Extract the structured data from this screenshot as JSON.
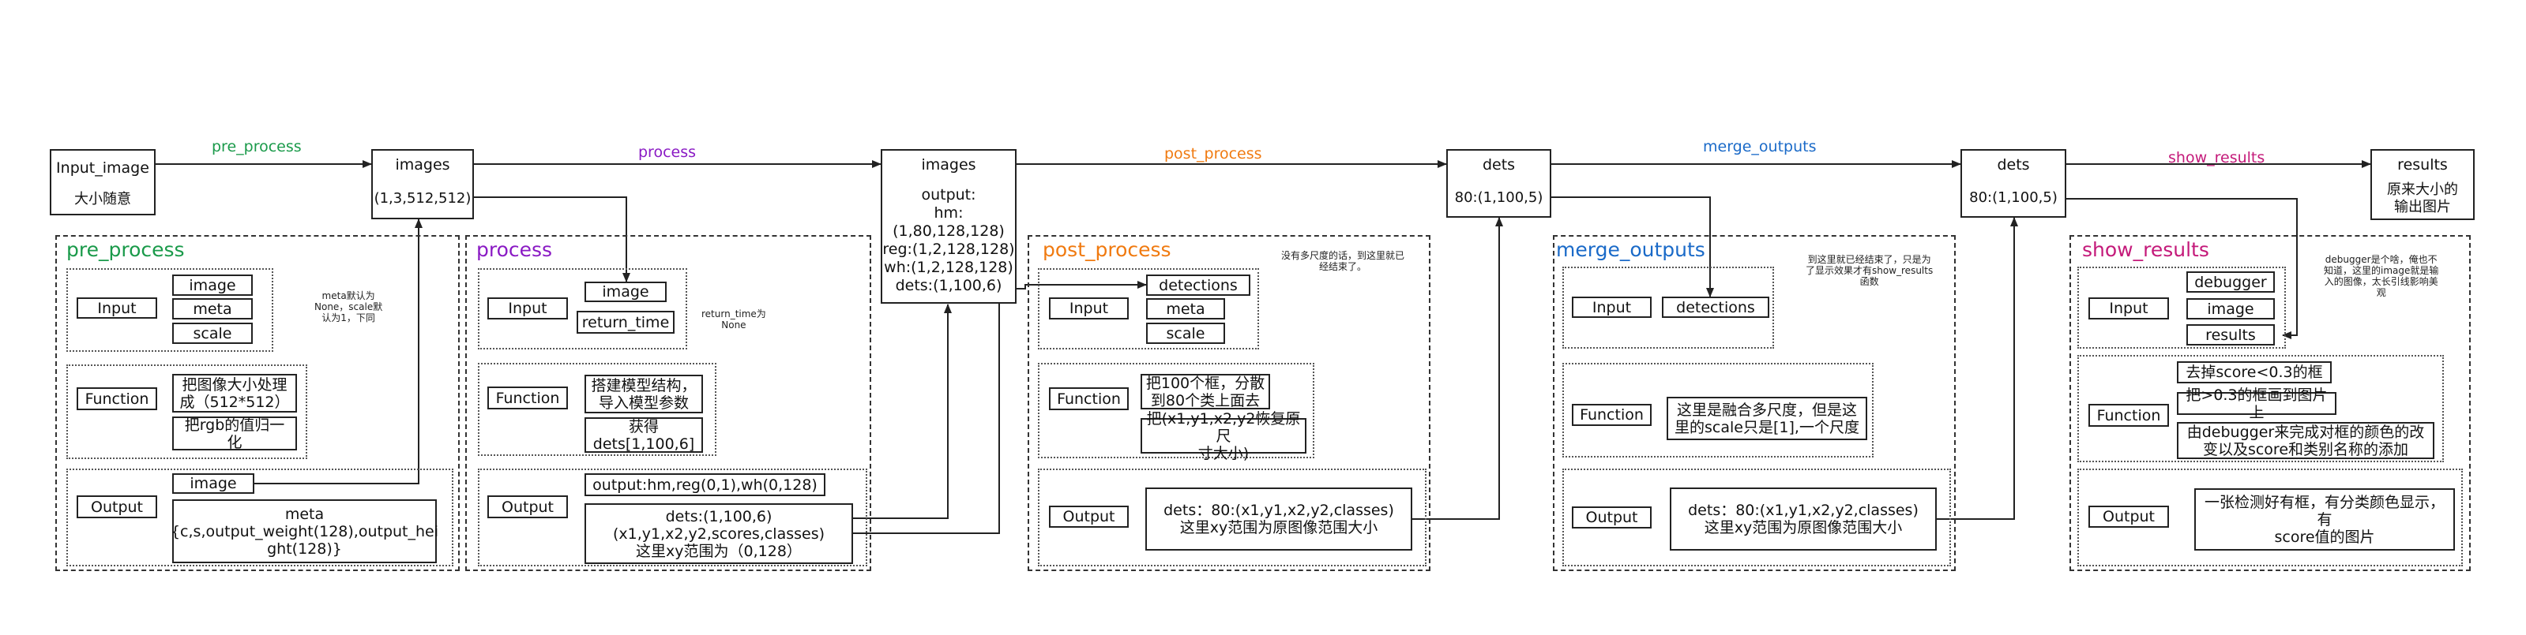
{
  "colors": {
    "pre_process": "#1a9a4a",
    "process": "#8a1ac4",
    "post_process": "#f07a10",
    "merge_outputs": "#1a6ac8",
    "show_results": "#c41a7a"
  },
  "top": {
    "input_image": "Input_image",
    "input_image_sub": "大小随意",
    "images1": "images",
    "images1_sub": "(1,3,512,512)",
    "images2": "images",
    "images2_sub": "output:\nhm:\n(1,80,128,128)\nreg:(1,2,128,128)\nwh:(1,2,128,128)\ndets:(1,100,6)",
    "dets1": "dets",
    "dets1_sub": "80:(1,100,5)",
    "dets2": "dets",
    "dets2_sub": "80:(1,100,5)",
    "results": "results",
    "results_sub": "原来大小的\n输出图片"
  },
  "edges": {
    "pre_process": "pre_process",
    "process": "process",
    "post_process": "post_process",
    "merge_output": "merge_outputs",
    "show_results": "show_results"
  },
  "panels": {
    "pre_process": {
      "title": "pre_process",
      "input": "Input",
      "inputs": [
        "image",
        "meta",
        "scale"
      ],
      "note": "meta默认为\nNone，scale默\n认为1，下同",
      "function": "Function",
      "functions": [
        "把图像大小处理\n成（512*512）",
        "把rgb的值归一\n化"
      ],
      "output": "Output",
      "outputs": [
        "image",
        "meta\n{c,s,output_weight(128),output_hei\nght(128)}"
      ]
    },
    "process": {
      "title": "process",
      "input": "Input",
      "inputs": [
        "image",
        "return_time"
      ],
      "note": "return_time为\nNone",
      "function": "Function",
      "functions": [
        "搭建模型结构，\n导入模型参数",
        "获得\ndets[1,100,6]"
      ],
      "output": "Output",
      "outputs": [
        "output:hm,reg(0,1),wh(0,128)",
        "dets:(1,100,6)\n(x1,y1,x2,y2,scores,classes)\n这里xy范围为（0,128）"
      ]
    },
    "post_process": {
      "title": "post_process",
      "input": "Input",
      "inputs": [
        "detections",
        "meta",
        "scale"
      ],
      "note": "没有多尺度的话，到这里就已\n经结束了。",
      "function": "Function",
      "functions": [
        "把100个框，分散\n到80个类上面去",
        "把(x1,y1,x2,y2恢复原尺\n寸大小)"
      ],
      "output": "Output",
      "outputs": [
        "dets：80:(x1,y1,x2,y2,classes)\n这里xy范围为原图像范围大小"
      ]
    },
    "merge_outputs": {
      "title": "merge_outputs",
      "input": "Input",
      "inputs": [
        "detections"
      ],
      "note": "到这里就已经结束了，只是为\n了显示效果才有show_results\n函数",
      "function": "Function",
      "functions": [
        "这里是融合多尺度，但是这\n里的scale只是[1],一个尺度"
      ],
      "output": "Output",
      "outputs": [
        "dets：80:(x1,y1,x2,y2,classes)\n这里xy范围为原图像范围大小"
      ]
    },
    "show_results": {
      "title": "show_results",
      "input": "Input",
      "inputs": [
        "debugger",
        "image",
        "results"
      ],
      "note": "debugger是个啥，俺也不\n知道，这里的image就是输\n入的图像，太长引线影响美\n观",
      "function": "Function",
      "functions": [
        "去掉score<0.3的框",
        "把>0.3的框画到图片上",
        "由debugger来完成对框的颜色的改\n变以及score和类别名称的添加"
      ],
      "output": "Output",
      "outputs": [
        "一张检测好有框，有分类颜色显示，有\nscore值的图片"
      ]
    }
  }
}
